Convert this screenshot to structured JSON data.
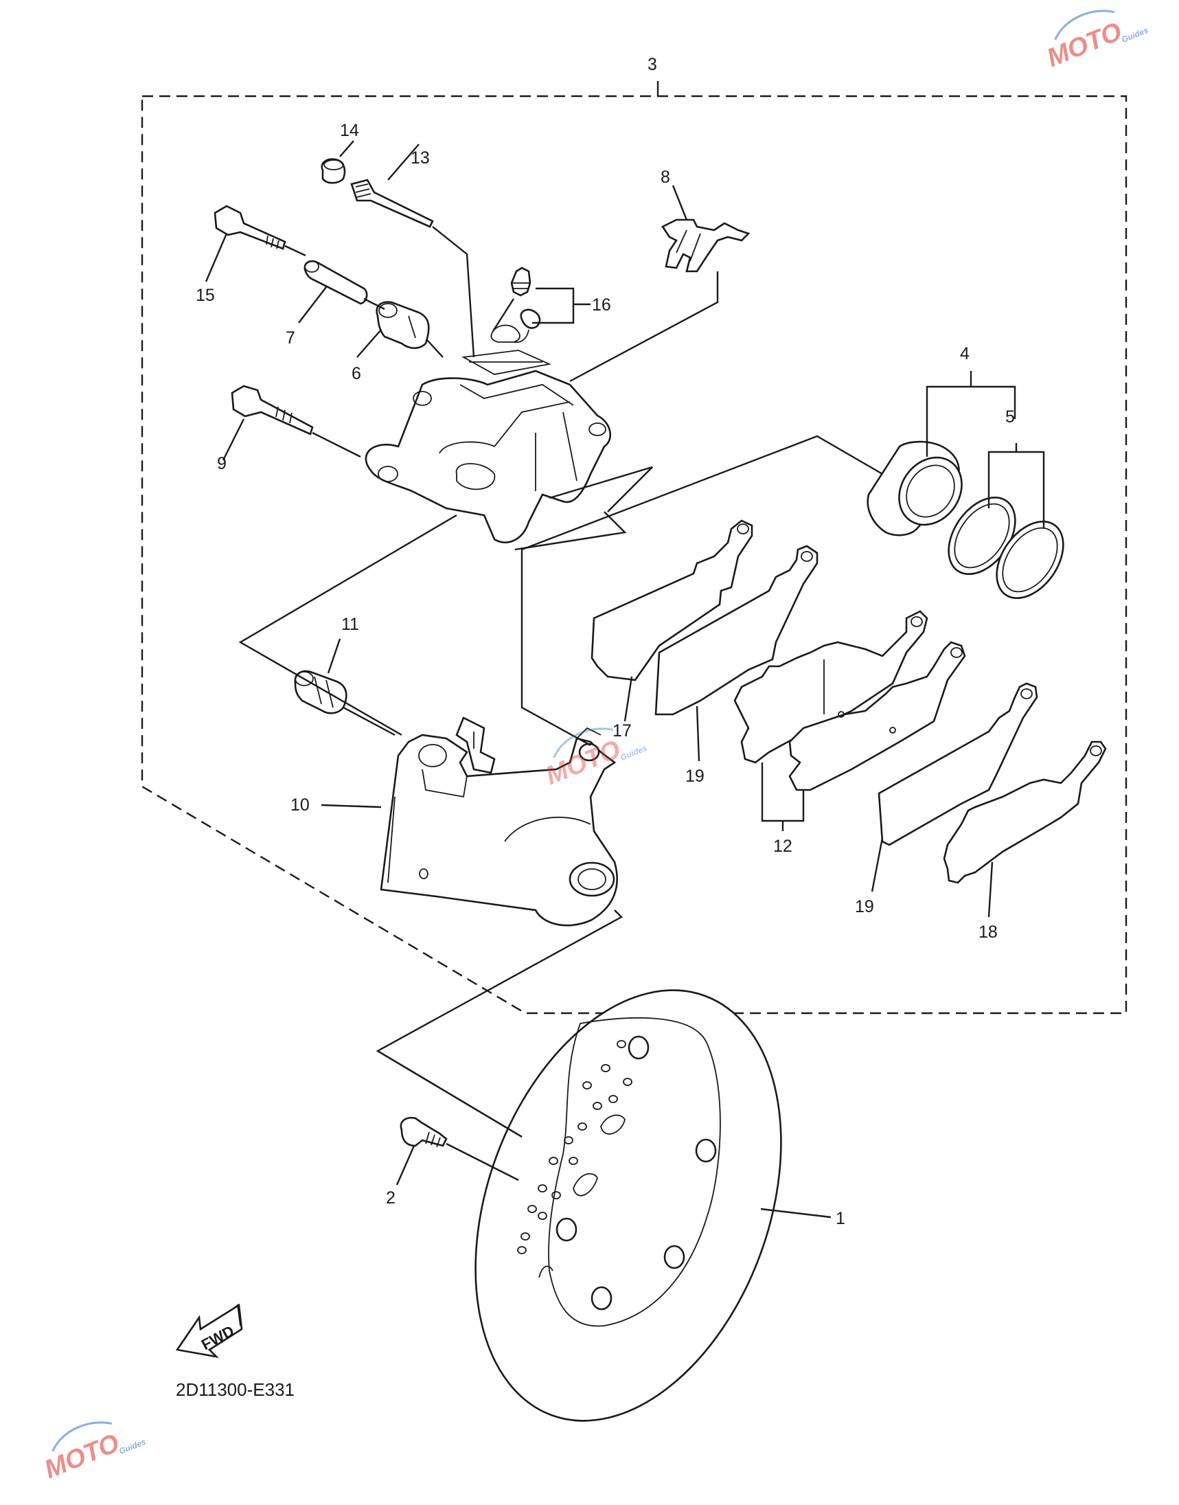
{
  "callouts": [
    {
      "label": "1"
    },
    {
      "label": "2"
    },
    {
      "label": "3"
    },
    {
      "label": "4"
    },
    {
      "label": "5"
    },
    {
      "label": "6"
    },
    {
      "label": "7"
    },
    {
      "label": "8"
    },
    {
      "label": "9"
    },
    {
      "label": "10"
    },
    {
      "label": "11"
    },
    {
      "label": "12"
    },
    {
      "label": "13"
    },
    {
      "label": "14"
    },
    {
      "label": "15"
    },
    {
      "label": "16"
    },
    {
      "label": "17"
    },
    {
      "label": "18"
    },
    {
      "label": "19"
    },
    {
      "label": "19"
    }
  ],
  "diagram_code": "2D11300-E331",
  "fwd_label": "FWD",
  "watermark": {
    "text": "MOTO",
    "subtext": "Guides",
    "color_red": "#d9342b",
    "color_blue": "#2d6cc0"
  }
}
